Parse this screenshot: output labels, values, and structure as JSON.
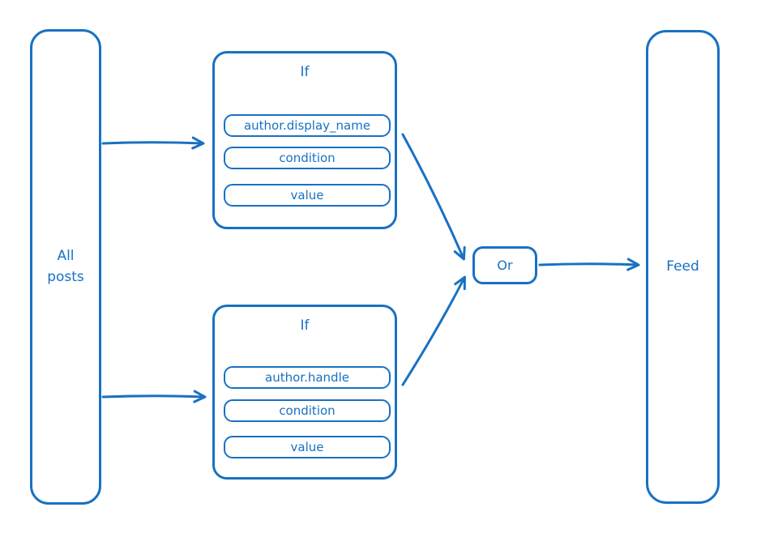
{
  "colors": {
    "stroke": "#1971c2",
    "background": "#ffffff"
  },
  "nodes": {
    "all_posts": {
      "line1": "All",
      "line2": "posts"
    },
    "if_top": {
      "title": "If",
      "fields": {
        "subject": "author.display_name",
        "condition": "condition",
        "value": "value"
      }
    },
    "if_bottom": {
      "title": "If",
      "fields": {
        "subject": "author.handle",
        "condition": "condition",
        "value": "value"
      }
    },
    "or": {
      "label": "Or"
    },
    "feed": {
      "label": "Feed"
    }
  },
  "edges": [
    {
      "from": "all_posts",
      "to": "if_top"
    },
    {
      "from": "all_posts",
      "to": "if_bottom"
    },
    {
      "from": "if_top",
      "to": "or"
    },
    {
      "from": "if_bottom",
      "to": "or"
    },
    {
      "from": "or",
      "to": "feed"
    }
  ]
}
